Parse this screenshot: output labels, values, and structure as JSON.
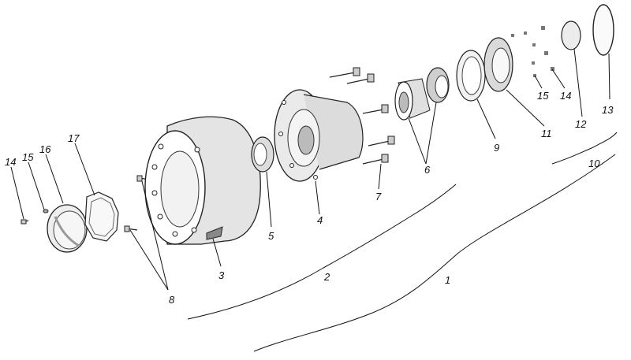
{
  "callouts": {
    "c1": "1",
    "c2": "2",
    "c3": "3",
    "c4": "4",
    "c5": "5",
    "c6": "6",
    "c7": "7",
    "c8": "8",
    "c9": "9",
    "c10": "10",
    "c11": "11",
    "c12": "12",
    "c13": "13",
    "c14a": "14",
    "c14b": "14",
    "c15a": "15",
    "c15b": "15",
    "c16": "16",
    "c17": "17"
  },
  "colors": {
    "line": "#111111",
    "shade": "#9a9a9a",
    "fill": "#ececec"
  }
}
